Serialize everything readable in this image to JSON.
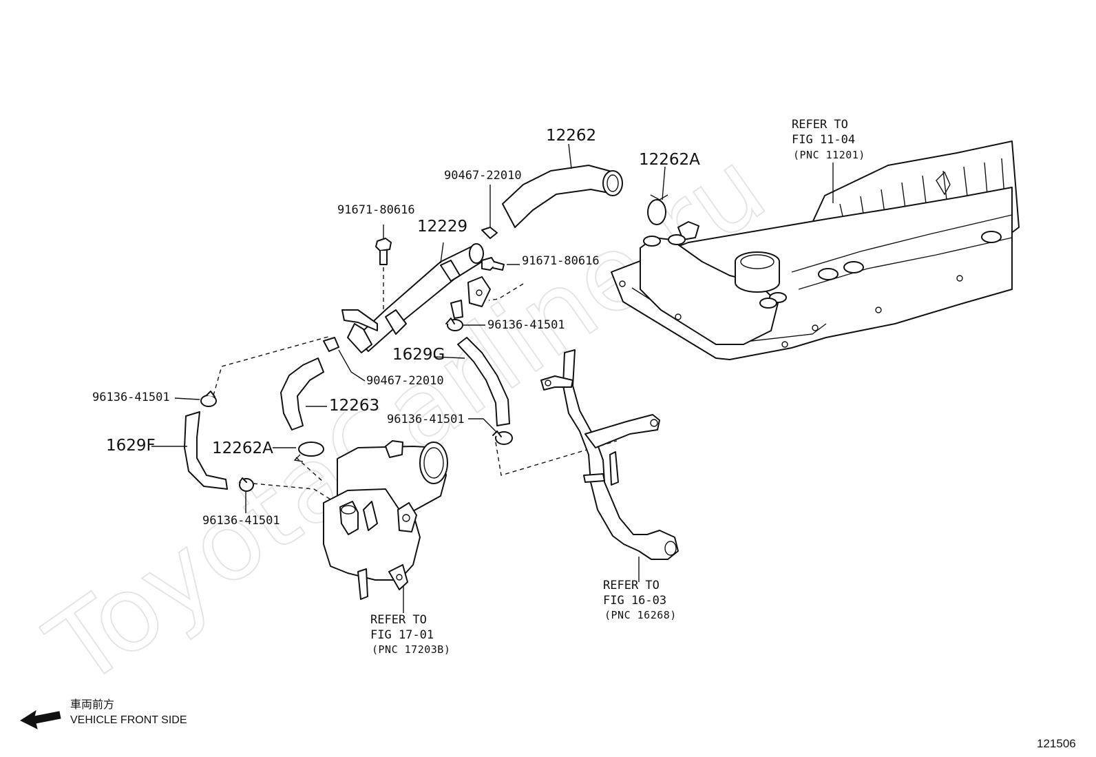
{
  "watermark": "ToyotaCarline.ru",
  "labels": {
    "p12262": "12262",
    "p12262a_top": "12262A",
    "p90467_top": "90467-22010",
    "p91671_left": "91671-80616",
    "p12229": "12229",
    "p91671_right": "91671-80616",
    "p96136_upper": "96136-41501",
    "p1629g": "1629G",
    "p90467_mid": "90467-22010",
    "p96136_left": "96136-41501",
    "p12263": "12263",
    "p1629f": "1629F",
    "p12262a_low": "12262A",
    "p96136_mid": "96136-41501",
    "p96136_low": "96136-41501"
  },
  "refs": {
    "ref_11_04": {
      "line1": "REFER TO",
      "line2": "FIG 11-04",
      "line3": "(PNC 11201)"
    },
    "ref_17_01": {
      "line1": "REFER TO",
      "line2": "FIG 17-01",
      "line3": "(PNC 17203B)"
    },
    "ref_16_03": {
      "line1": "REFER TO",
      "line2": "FIG 16-03",
      "line3": "(PNC 16268)"
    }
  },
  "legend": {
    "japanese": "車両前方",
    "english": "VEHICLE FRONT SIDE"
  },
  "figure_code": "121506"
}
